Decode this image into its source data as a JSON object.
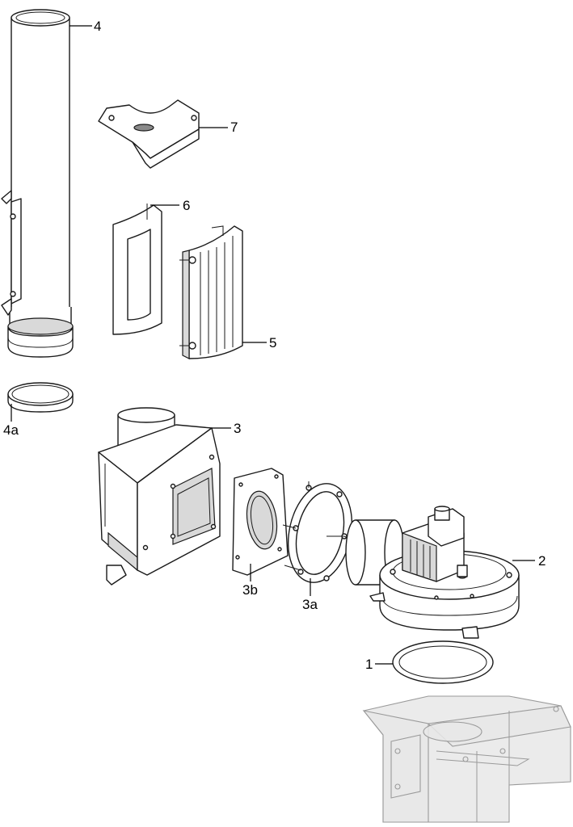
{
  "callouts": {
    "c1": "1",
    "c2": "2",
    "c3": "3",
    "c3a": "3a",
    "c3b": "3b",
    "c4": "4",
    "c4a": "4a",
    "c5": "5",
    "c6": "6",
    "c7": "7"
  }
}
